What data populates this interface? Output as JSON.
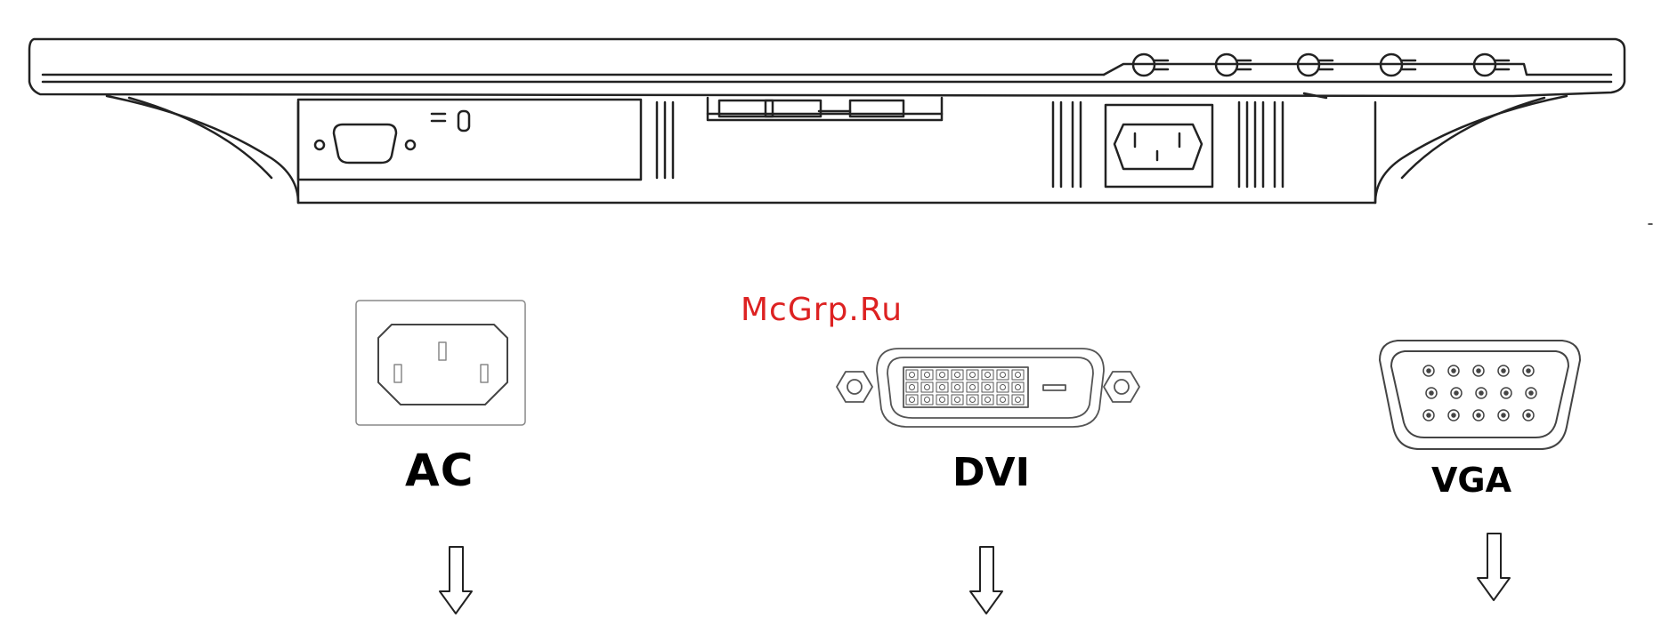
{
  "watermark": "McGrp.Ru",
  "connectors": {
    "ac": {
      "label": "AC"
    },
    "dvi": {
      "label": "DVI"
    },
    "vga": {
      "label": "VGA"
    }
  },
  "colors": {
    "line": "#222222",
    "watermark": "#dd2222",
    "background": "#ffffff"
  },
  "icons": [
    "monitor-bottom-view",
    "ac-socket-icon",
    "dvi-port-icon",
    "vga-port-icon",
    "down-arrow-icon",
    "menu-button-icon"
  ]
}
